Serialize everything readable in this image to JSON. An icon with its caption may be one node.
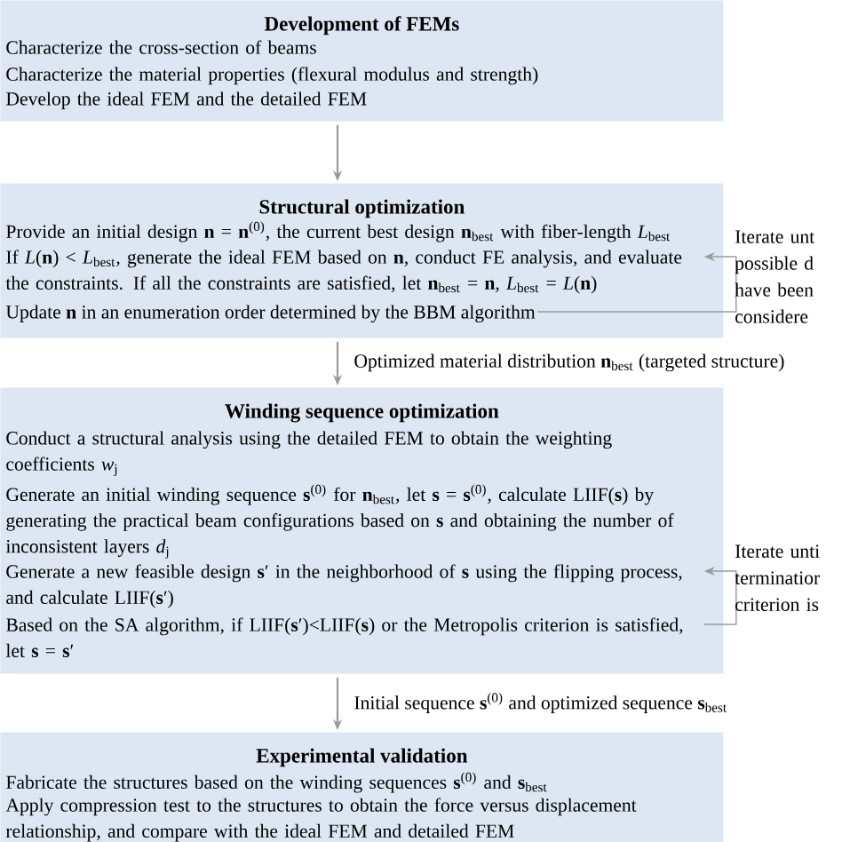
{
  "diagram": {
    "nodes": [
      {
        "text": [
          "Development of FEMs"
        ]
      },
      {
        "text": [
          "Characterize the cross-section of beams"
        ],
        "in": 0
      },
      {
        "text": [
          "Characterize the material properties (flexural modulus and strength)"
        ],
        "in": 0
      },
      {
        "text": [
          "Develop the ideal FEM and the detailed FEM"
        ],
        "in": 0
      },
      {
        "text": [
          "Structural optimization"
        ]
      },
      {
        "text": [
          "Provide an initial design **n** = **n**$^{(0)}$, the current best design **n**$_{best}$ with fiber-length *L*$_{best}$"
        ],
        "in": 4
      },
      {
        "text": [
          "If *L*(**n**) < *L*$_{best}$, generate the ideal FEM based on **n**, conduct FE analysis, and evaluate the constraints. If all the constraints are satisfied, let **n**$_{best}$ = **n**, *L*$_{best}$ = *L*(**n**)"
        ],
        "in": 4
      },
      {
        "text": [
          "Update **n** in an enumeration order determined by the BBM algorithm"
        ],
        "in": 4
      },
      {
        "text": [
          "Winding sequence optimization"
        ]
      },
      {
        "text": [
          "Conduct a structural analysis using the detailed FEM to obtain the weighting coefficients *w*$_{j}$"
        ],
        "in": 8
      },
      {
        "text": [
          "Generate an initial winding sequence **s**$^{(0)}$ for **n**$_{best}$, let **s** = **s**$^{(0)}$, calculate LIIF(**s**) by generating the practical beam configurations based on **s** and obtaining the number of inconsistent layers *d*$_{j}$"
        ],
        "in": 8
      },
      {
        "text": [
          "Generate a new feasible design **s**′ in the neighborhood of **s** using the flipping process, and calculate LIIF(**s**′)"
        ],
        "in": 8
      },
      {
        "text": [
          "Based on the SA algorithm, if LIIF(**s**′)<LIIF(**s**) or the Metropolis criterion is satisfied, let **s** = **s**′"
        ],
        "in": 8
      },
      {
        "text": [
          "Experimental validation"
        ]
      },
      {
        "text": [
          "Fabricate the structures based on the winding sequences **s**$^{(0)}$ and **s**$_{best}$"
        ],
        "in": 13
      },
      {
        "text": [
          "Apply compression test to the structures to obtain the force versus displacement relationship, and compare with the ideal FEM and detailed FEM"
        ],
        "in": 13
      }
    ],
    "edges": [
      {
        "from": 0,
        "to": 4,
        "arrow": "to"
      },
      {
        "from": 7,
        "to": 6,
        "arrow": "to",
        "label": "Iterate unt possible d have been considere"
      },
      {
        "from": 4,
        "to": 8,
        "arrow": "to",
        "label": "Optimized material distribution **n**$_{best}$ (targeted structure)"
      },
      {
        "from": 12,
        "to": 11,
        "arrow": "to",
        "label": "Iterate unti terminatior criterion is"
      },
      {
        "from": 8,
        "to": 13,
        "arrow": "to",
        "label": "Initial sequence **s**$^{(0)}$ and optimized sequence **s**$_{best}$"
      }
    ]
  }
}
